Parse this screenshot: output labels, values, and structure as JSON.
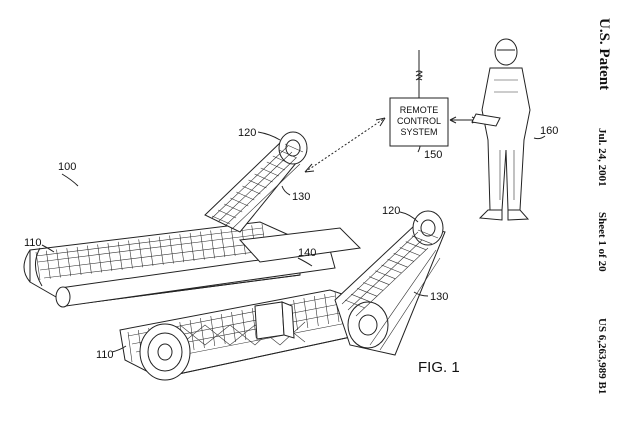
{
  "sidebar": {
    "patent_type": "U.S. Patent",
    "date": "Jul. 24, 2001",
    "sheet": "Sheet 1 of 20",
    "patent_number": "US 6,263,989 B1"
  },
  "figure": {
    "label": "FIG. 1",
    "remote_box_lines": [
      "REMOTE",
      "CONTROL",
      "SYSTEM"
    ],
    "refs": {
      "r100": "100",
      "r110a": "110",
      "r110b": "110",
      "r120a": "120",
      "r120b": "120",
      "r130a": "130",
      "r130b": "130",
      "r140": "140",
      "r150": "150",
      "r160": "160"
    }
  }
}
